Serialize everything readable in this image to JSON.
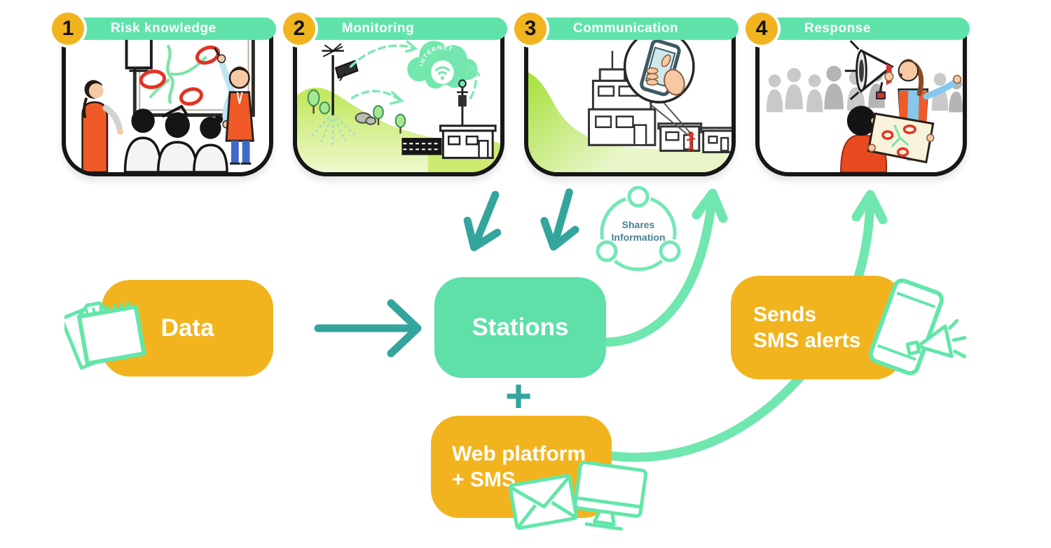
{
  "panels": [
    {
      "number": "1",
      "label": "Risk knowledge"
    },
    {
      "number": "2",
      "label": "Monitoring"
    },
    {
      "number": "3",
      "label": "Communication"
    },
    {
      "number": "4",
      "label": "Response"
    }
  ],
  "flow": {
    "data": "Data",
    "stations": "Stations",
    "plus": "+",
    "web_platform_line1": "Web platform",
    "web_platform_line2": "+ SMS",
    "sends_line1": "Sends",
    "sends_line2": "SMS alerts",
    "shares_line1": "Shares",
    "shares_line2": "Information"
  },
  "illustrations": {
    "internet_label": "INTERNET"
  },
  "icons": [
    "folder-icon",
    "envelope-icon",
    "monitor-icon",
    "phone-alert-icon",
    "share-network-icon",
    "internet-cloud-icon",
    "wifi-icon",
    "megaphone-icon"
  ],
  "colors": {
    "green": "#5EE0A8",
    "header_green": "#60E3AB",
    "light_green_arrow": "#6FE7AF",
    "teal_arrow": "#33A59D",
    "yellow": "#F2B41E",
    "shares_text": "#4A8191",
    "frame_black": "#161616"
  }
}
